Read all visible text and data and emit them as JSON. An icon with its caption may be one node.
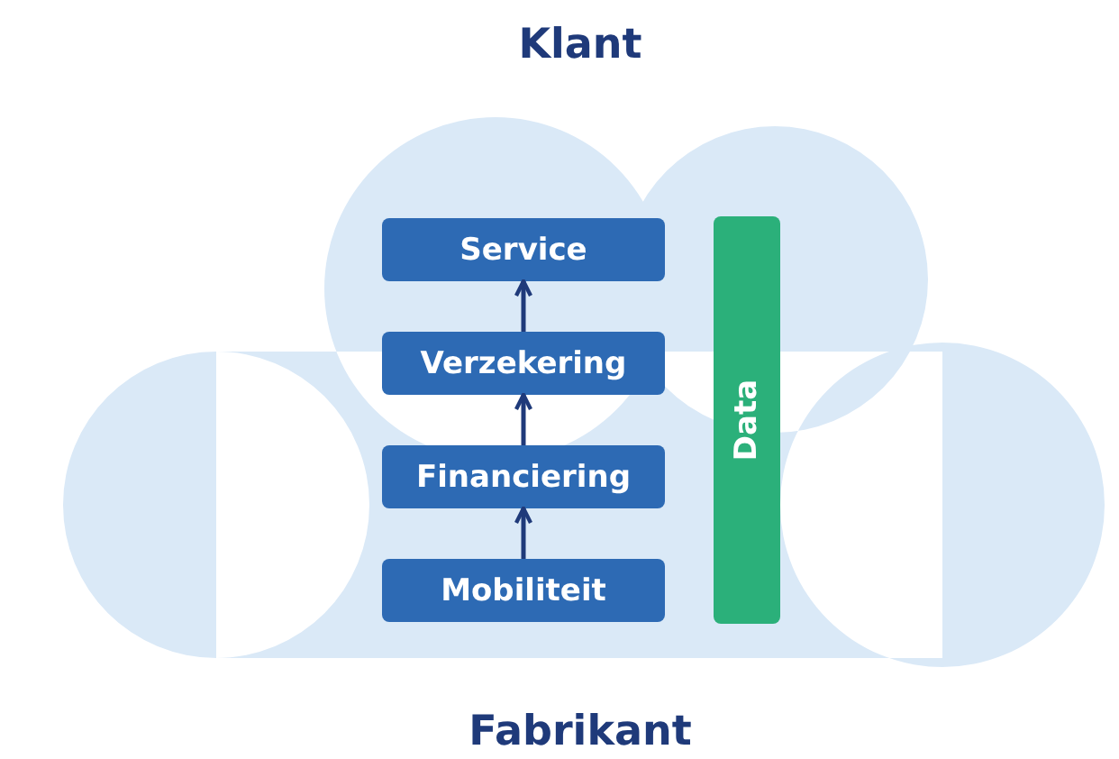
{
  "diagram": {
    "nodes": [
      {
        "text": [],
        "shape": "cloud"
      },
      {
        "text": [
          "Service"
        ],
        "in": 0
      },
      {
        "text": [
          "Verzekering"
        ],
        "in": 0
      },
      {
        "text": [
          "Financiering"
        ],
        "in": 0
      },
      {
        "text": [
          "Mobiliteit"
        ],
        "in": 0
      },
      {
        "text": [
          "Data"
        ],
        "in": 0
      }
    ],
    "edges": [
      {
        "from": 4,
        "to": 3,
        "arrow": "to"
      },
      {
        "from": 3,
        "to": 2,
        "arrow": "to"
      },
      {
        "from": 2,
        "to": 1,
        "arrow": "to"
      }
    ],
    "labels": [
      "Klant",
      "Fabrikant"
    ]
  }
}
